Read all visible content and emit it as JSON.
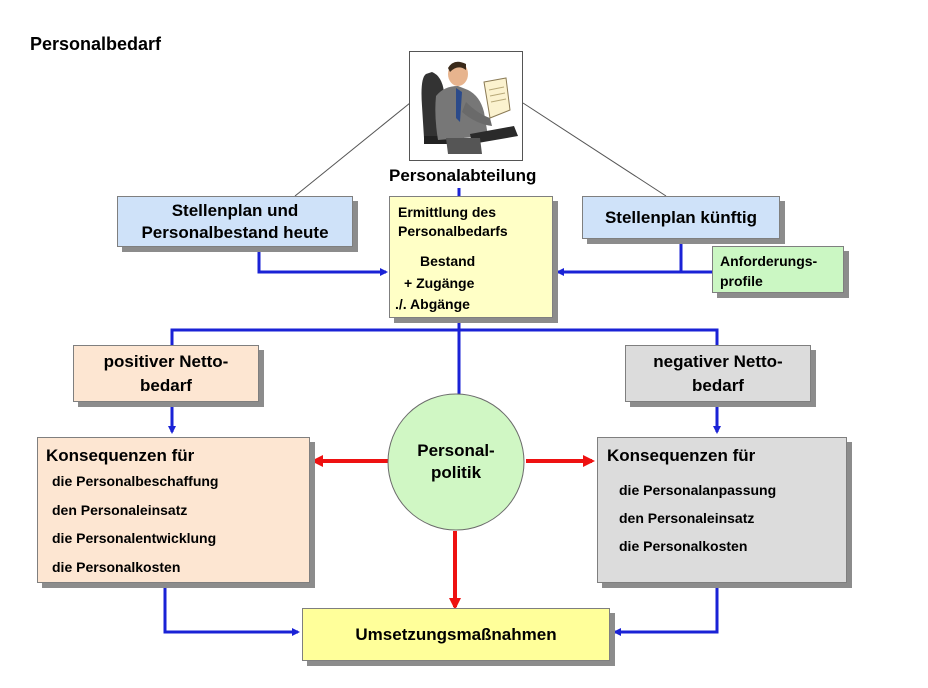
{
  "title": "Personalbedarf",
  "department": {
    "label": "Personalabteilung",
    "illustration": "businessman-reading-document"
  },
  "left_top_box": {
    "lines": [
      "Stellenplan und",
      "Personalbestand heute"
    ]
  },
  "center_box": {
    "heading": [
      "Ermittlung des",
      "Personalbedarfs"
    ],
    "items": [
      "Bestand",
      "+ Zugänge",
      "./. Abgänge"
    ]
  },
  "right_top_box": {
    "label": "Stellenplan künftig"
  },
  "requirements_box": {
    "lines": [
      "Anforderungs-",
      "profile"
    ]
  },
  "positive_box": {
    "lines": [
      "positiver Netto-",
      "bedarf"
    ]
  },
  "negative_box": {
    "lines": [
      "negativer Netto-",
      "bedarf"
    ]
  },
  "policy_circle": {
    "lines": [
      "Personal-",
      "politik"
    ]
  },
  "consequences_left": {
    "heading": "Konsequenzen für",
    "items": [
      "die Personalbeschaffung",
      "den Personaleinsatz",
      "die Personalentwicklung",
      "die Personalkosten"
    ]
  },
  "consequences_right": {
    "heading": "Konsequenzen für",
    "items": [
      "die Personalanpassung",
      "den Personaleinsatz",
      "die Personalkosten"
    ]
  },
  "measures_box": {
    "label": "Umsetzungsmaßnahmen"
  },
  "colors": {
    "blue_box": "#cfe2f9",
    "yellow_box": "#ffffc6",
    "green_box": "#cbf7c3",
    "peach_box": "#fde6d2",
    "gray_box": "#dcdcdc",
    "circle": "#d0f7c4",
    "measures": "#ffff9a",
    "connector": "#1a22d6",
    "policy_arrow": "#ee1111"
  }
}
